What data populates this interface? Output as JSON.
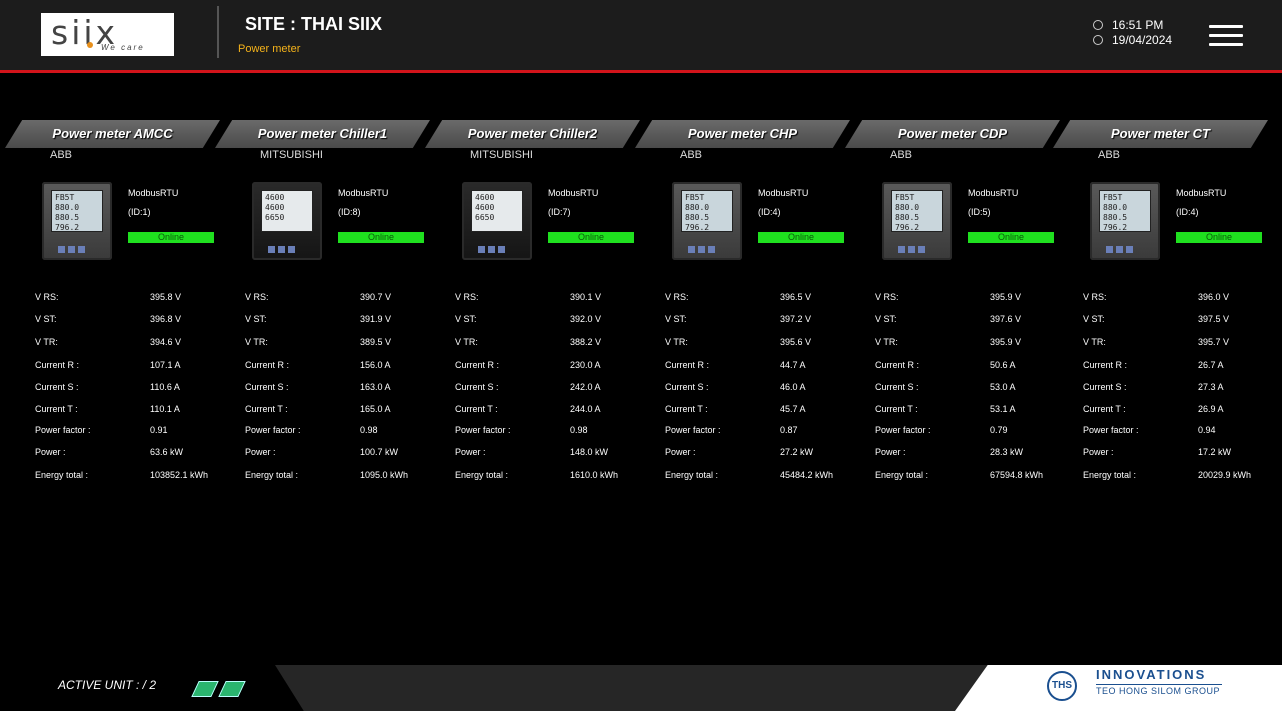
{
  "header": {
    "logo_text": "siix",
    "logo_tagline": "We care",
    "site_title": "SITE : THAI SIIX",
    "page_subtitle": "Power meter",
    "time": "16:51 PM",
    "date": "19/04/2024"
  },
  "icons": {
    "clock": "clock-icon",
    "calendar": "calendar-icon",
    "menu": "hamburger-menu-icon"
  },
  "colors": {
    "accent_red": "#d2141b",
    "subtitle_yellow": "#f4b21a",
    "online_green": "#1fe01f",
    "brand_blue": "#1a4f8f"
  },
  "reading_labels": {
    "vrs": "V RS:",
    "vst": "V ST:",
    "vtr": "V TR:",
    "cr": "Current R :",
    "cs": "Current S :",
    "ct": "Current T :",
    "pf": "Power factor :",
    "power": "Power :",
    "energy": "Energy total :"
  },
  "meters": [
    {
      "title": "Power meter AMCC",
      "brand": "ABB",
      "protocol": "ModbusRTU",
      "id": "(ID:1)",
      "status": "Online",
      "vrs": "395.8 V",
      "vst": "396.8 V",
      "vtr": "394.6 V",
      "cr": "107.1 A",
      "cs": "110.6 A",
      "ct": "110.1 A",
      "pf": "0.91",
      "power": "63.6 kW",
      "energy": "103852.1 kWh"
    },
    {
      "title": "Power meter Chiller1",
      "brand": "MITSUBISHI",
      "protocol": "ModbusRTU",
      "id": "(ID:8)",
      "status": "Online",
      "vrs": "390.7 V",
      "vst": "391.9 V",
      "vtr": "389.5 V",
      "cr": "156.0 A",
      "cs": "163.0 A",
      "ct": "165.0 A",
      "pf": "0.98",
      "power": "100.7 kW",
      "energy": "1095.0 kWh"
    },
    {
      "title": "Power meter Chiller2",
      "brand": "MITSUBISHI",
      "protocol": "ModbusRTU",
      "id": "(ID:7)",
      "status": "Online",
      "vrs": "390.1 V",
      "vst": "392.0 V",
      "vtr": "388.2 V",
      "cr": "230.0 A",
      "cs": "242.0 A",
      "ct": "244.0 A",
      "pf": "0.98",
      "power": "148.0 kW",
      "energy": "1610.0 kWh"
    },
    {
      "title": "Power meter CHP",
      "brand": "ABB",
      "protocol": "ModbusRTU",
      "id": "(ID:4)",
      "status": "Online",
      "vrs": "396.5 V",
      "vst": "397.2 V",
      "vtr": "395.6 V",
      "cr": "44.7 A",
      "cs": "46.0 A",
      "ct": "45.7 A",
      "pf": "0.87",
      "power": "27.2 kW",
      "energy": "45484.2 kWh"
    },
    {
      "title": "Power meter CDP",
      "brand": "ABB",
      "protocol": "ModbusRTU",
      "id": "(ID:5)",
      "status": "Online",
      "vrs": "395.9 V",
      "vst": "397.6 V",
      "vtr": "395.9 V",
      "cr": "50.6 A",
      "cs": "53.0 A",
      "ct": "53.1 A",
      "pf": "0.79",
      "power": "28.3 kW",
      "energy": "67594.8 kWh"
    },
    {
      "title": "Power meter CT",
      "brand": "ABB",
      "protocol": "ModbusRTU",
      "id": "(ID:4)",
      "status": "Online",
      "vrs": "396.0 V",
      "vst": "397.5 V",
      "vtr": "395.7 V",
      "cr": "26.7 A",
      "cs": "27.3 A",
      "ct": "26.9 A",
      "pf": "0.94",
      "power": "17.2 kW",
      "energy": "20029.9 kWh"
    }
  ],
  "device_screens": {
    "abb": [
      "FB5T",
      "880.0",
      "880.5",
      "796.2"
    ],
    "mitsubishi": [
      "4600",
      "4600",
      "6650"
    ]
  },
  "footer": {
    "active_unit": "ACTIVE UNIT : / 2",
    "brand_mark": "THS",
    "brand_name": "INNOVATIONS",
    "brand_group": "TEO HONG SILOM GROUP"
  }
}
